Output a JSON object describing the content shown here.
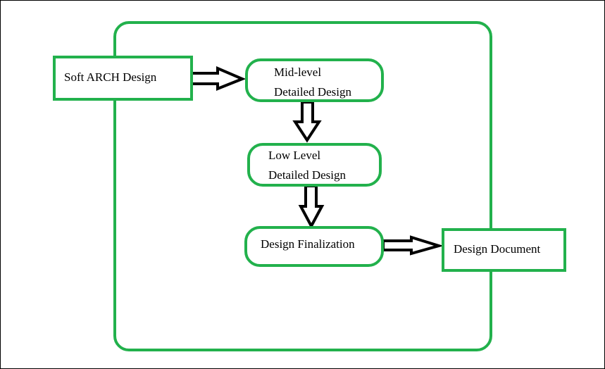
{
  "diagram": {
    "colors": {
      "box_border": "#22b14c",
      "arrow_stroke": "#000000",
      "text": "#000000"
    },
    "nodes": {
      "soft_arch": {
        "lines": [
          "Soft ARCH Design"
        ]
      },
      "mid_level": {
        "lines": [
          "Mid-level",
          "Detailed Design"
        ]
      },
      "low_level": {
        "lines": [
          "Low Level",
          "Detailed Design"
        ]
      },
      "finalization": {
        "lines": [
          "Design Finalization"
        ]
      },
      "document": {
        "lines": [
          "Design Document"
        ]
      }
    }
  }
}
